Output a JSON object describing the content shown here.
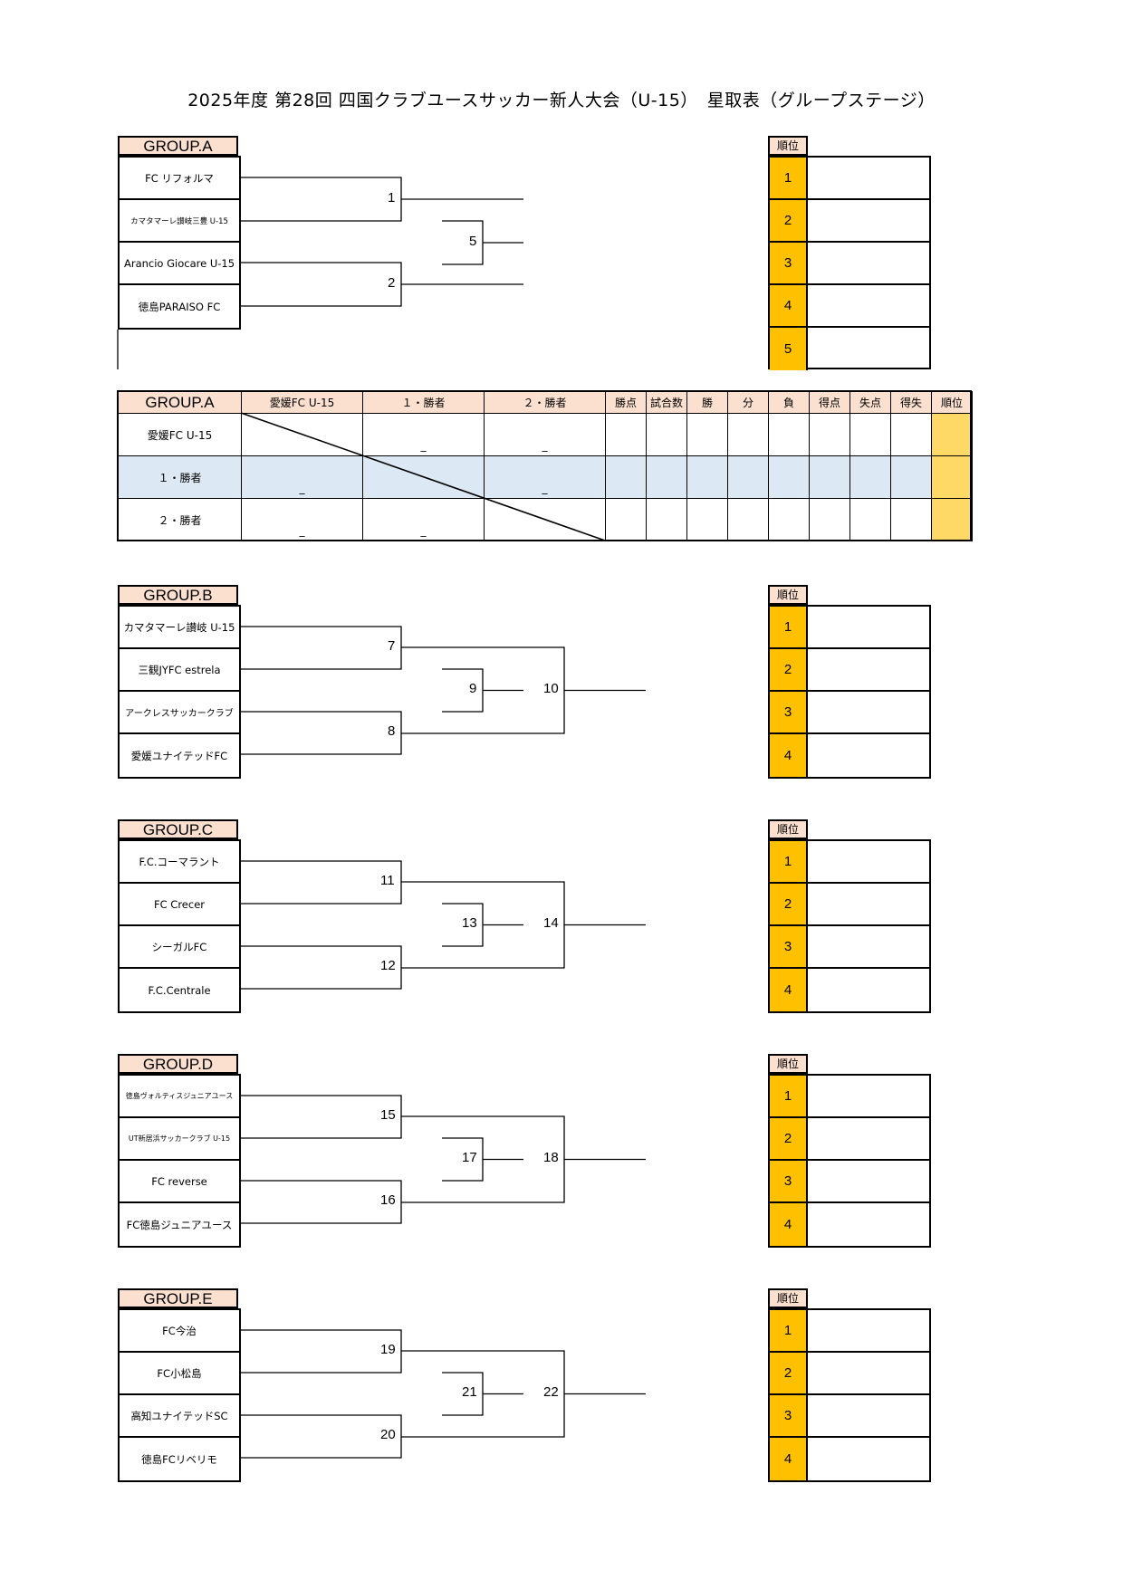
{
  "title": "2025年度 第28回 四国クラブユースサッカー新人大会（U-15）　星取表（グループステージ）",
  "rank_header": "順位",
  "groups": [
    {
      "name": "GROUP.A",
      "teams": [
        "FC リフォルマ",
        "カマタマーレ讃岐三豊 U-15",
        "Arancio Giocare U-15",
        "徳島PARAISO FC"
      ],
      "matches": [
        "1",
        "2",
        "5"
      ],
      "ranks": [
        "1",
        "2",
        "3",
        "4",
        "5"
      ]
    },
    {
      "name": "GROUP.B",
      "teams": [
        "カマタマーレ讃岐 U-15",
        "三観JYFC estrela",
        "アークレスサッカークラブ",
        "愛媛ユナイテッドFC"
      ],
      "matches": [
        "7",
        "8",
        "9",
        "10"
      ],
      "ranks": [
        "1",
        "2",
        "3",
        "4"
      ]
    },
    {
      "name": "GROUP.C",
      "teams": [
        "F.C.コーマラント",
        "FC Crecer",
        "シーガルFC",
        "F.C.Centrale"
      ],
      "matches": [
        "11",
        "12",
        "13",
        "14"
      ],
      "ranks": [
        "1",
        "2",
        "3",
        "4"
      ]
    },
    {
      "name": "GROUP.D",
      "teams": [
        "徳島ヴォルティスジュニアユース",
        "UT新居浜サッカークラブ U-15",
        "FC reverse",
        "FC徳島ジュニアユース"
      ],
      "matches": [
        "15",
        "16",
        "17",
        "18"
      ],
      "ranks": [
        "1",
        "2",
        "3",
        "4"
      ]
    },
    {
      "name": "GROUP.E",
      "teams": [
        "FC今治",
        "FC小松島",
        "高知ユナイテッドSC",
        "徳島FCリベリモ"
      ],
      "matches": [
        "19",
        "20",
        "21",
        "22"
      ],
      "ranks": [
        "1",
        "2",
        "3",
        "4"
      ]
    }
  ],
  "league": {
    "group": "GROUP.A",
    "columns": [
      "愛媛FC U-15",
      "１・勝者",
      "２・勝者"
    ],
    "stats": [
      "勝点",
      "試合数",
      "勝",
      "分",
      "負",
      "得点",
      "失点",
      "得失",
      "順位"
    ],
    "rows": [
      {
        "name": "愛媛FC U-15",
        "cells": [
          "",
          "_",
          "_"
        ]
      },
      {
        "name": "１・勝者",
        "cells": [
          "_",
          "",
          "_"
        ]
      },
      {
        "name": "２・勝者",
        "cells": [
          "_",
          "_",
          ""
        ]
      }
    ]
  }
}
